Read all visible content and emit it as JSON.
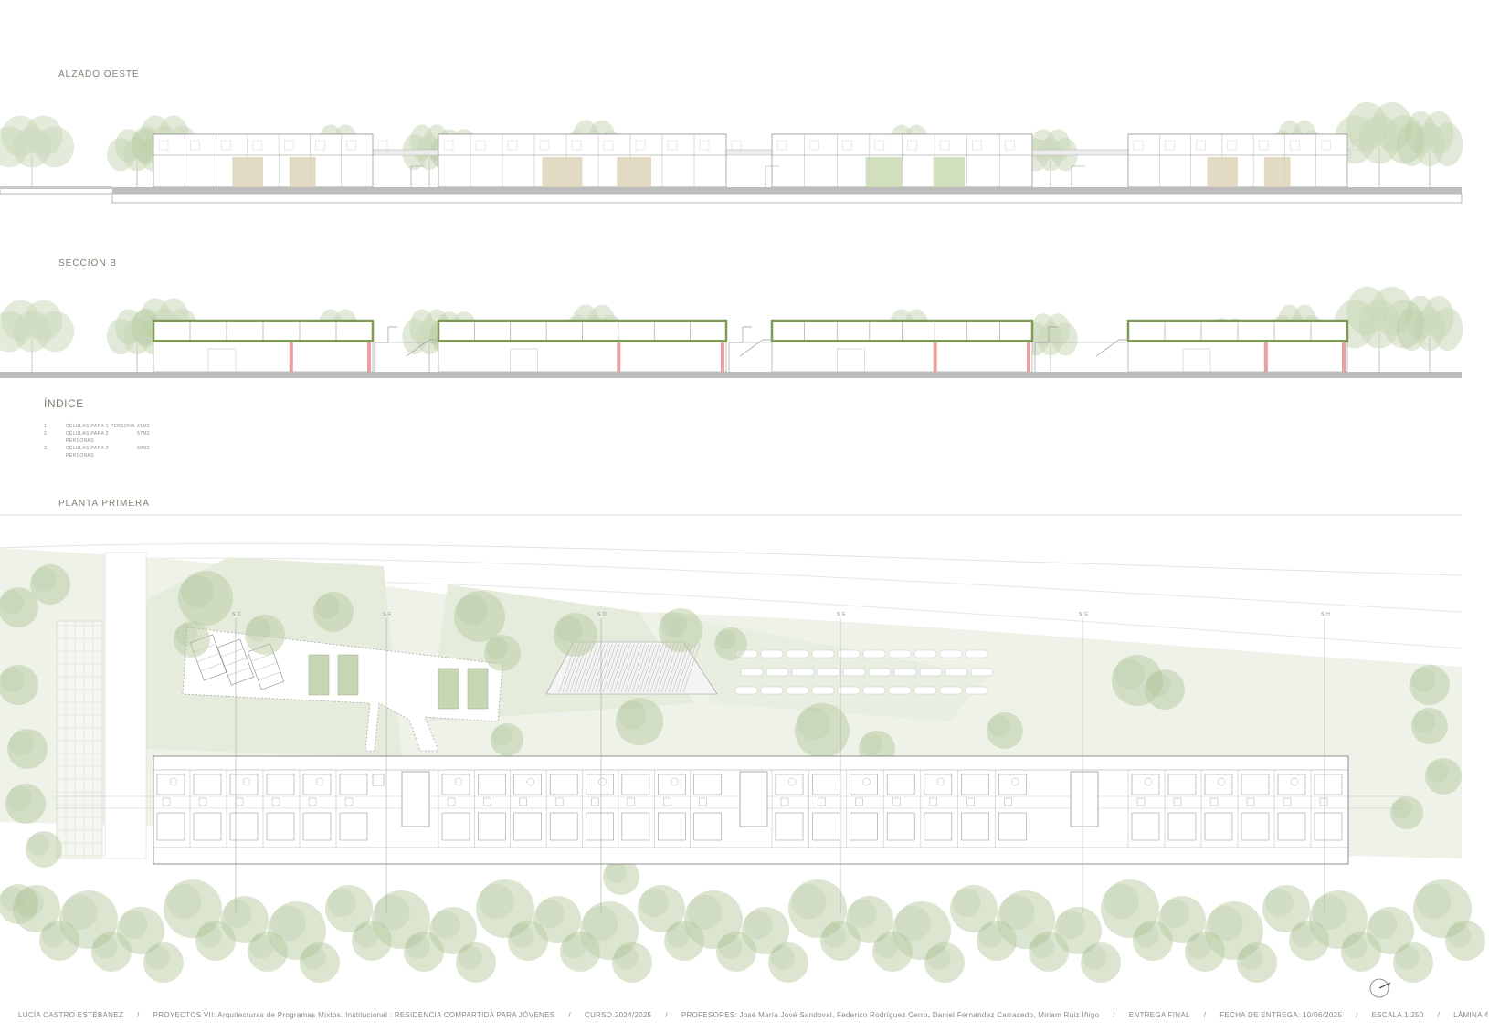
{
  "sheet": {
    "elevation_title": "ALZADO  OESTE",
    "section_title": "SECCIÓN B",
    "plan_title": "PLANTA PRIMERA"
  },
  "index": {
    "title": "ÍNDICE",
    "items": [
      {
        "num": "1.",
        "label": "CÉLULAS PARA 1 PERSONA",
        "area": "41M2"
      },
      {
        "num": "2.",
        "label": "CÉLULAS PARA 2 PERSONAS",
        "area": "57M2"
      },
      {
        "num": "3.",
        "label": "CÉLULAS PARA 3 PERSONAS",
        "area": "68M2"
      }
    ]
  },
  "section_marks": [
    "S. C",
    "S. F",
    "S. D",
    "S. E",
    "S. G",
    "S. H"
  ],
  "footer": {
    "author": "LUCÍA CASTRO ESTÉBANEZ",
    "course_project": "PROYECTOS VII: Arquitecturas de Programas Mixtos, Institucional : RESIDENCIA COMPARTIDA PARA JÓVENES",
    "year": "CURSO 2024/2025",
    "professors": "PROFESORES: José María Jové Sandoval, Federico Rodríguez Cerro, Daniel Fernandez Carracedo, Miriam Ruiz Iñigo",
    "delivery": "ENTREGA FINAL",
    "date": "FECHA DE ENTREGA: 10/06/2025",
    "scale": "ESCALA 1:250",
    "sheet_no": "LÁMINA 4"
  },
  "colors": {
    "tree": "#b7cba0",
    "tree_dark": "#9fb889",
    "ground": "#b8b8b8",
    "structure_green": "#7f9a55",
    "accent_red": "#e8a0a0",
    "panel_beige": "#ddd3b8",
    "panel_green": "#c9d9b4",
    "line": "#9a9a9a"
  }
}
